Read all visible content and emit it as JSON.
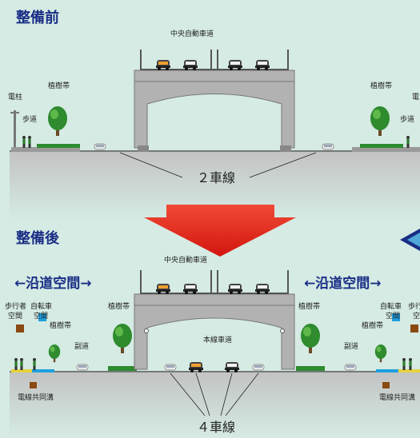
{
  "before": {
    "title": "整備前",
    "labels": {
      "expressway": "中央自動車道",
      "planting_left": "植樹帯",
      "planting_right": "植樹帯",
      "pole": "電柱",
      "pole_right": "電",
      "sidewalk_left": "歩道",
      "sidewalk_right": "歩道",
      "lanes": "２車線"
    }
  },
  "after": {
    "title": "整備後",
    "labels": {
      "expressway": "中央自動車道",
      "roadside_left": "←沿道空間→",
      "roadside_right": "←沿道空間→",
      "ped_space_left": "歩行者",
      "ped_space_left_2": "空間",
      "bike_space_left": "自転車",
      "bike_space_left_2": "空間",
      "planting_small_left": "植樹帯",
      "planting_left": "植樹帯",
      "planting_right": "植樹帯",
      "bike_space_right": "自転車",
      "bike_space_right_2": "空間",
      "ped_space_right": "歩行",
      "ped_space_right_2": "空",
      "planting_small_right": "植樹帯",
      "frontage_left": "副道",
      "frontage_right": "副道",
      "main_road": "本線車道",
      "conduit_left": "電線共同溝",
      "conduit_right": "電線共同溝",
      "lanes": "４車線"
    }
  },
  "colors": {
    "background": "#d5ebe3",
    "title": "#1a2e86",
    "structure": "#b2b2b2",
    "structure_dark": "#7f7f7f",
    "ground": "#c9c9c9",
    "arrow": "#e0201a",
    "tree": "#2e8b2e",
    "bike_lane": "#1ea0e0",
    "ped_lane": "#e6d23a"
  }
}
